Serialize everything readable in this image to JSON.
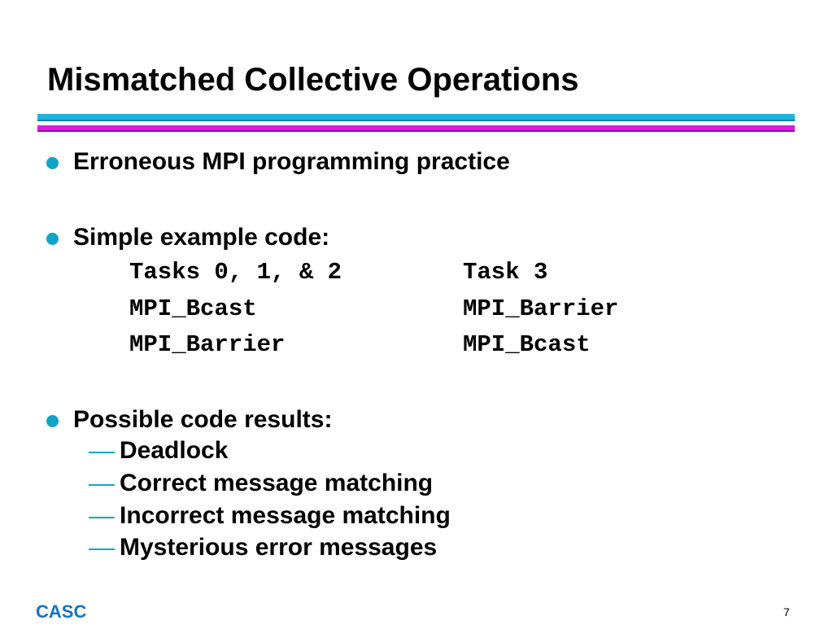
{
  "slide": {
    "title": "Mismatched Collective Operations",
    "bullets": [
      "Erroneous MPI programming practice",
      "Simple example code:",
      "Possible code results:"
    ],
    "code": {
      "col1": [
        "Tasks 0, 1, & 2",
        "MPI_Bcast",
        "MPI_Barrier"
      ],
      "col2": [
        "Task 3",
        "MPI_Barrier",
        "MPI_Bcast"
      ]
    },
    "results": [
      "Deadlock",
      "Correct message matching",
      "Incorrect message matching",
      "Mysterious error messages"
    ]
  },
  "footer": {
    "logo": "CASC",
    "page_number": "7"
  },
  "colors": {
    "bullet": "#12a3c6",
    "rule_top": "#19b6d8",
    "rule_bottom": "#e018e0",
    "logo": "#1572c4"
  }
}
